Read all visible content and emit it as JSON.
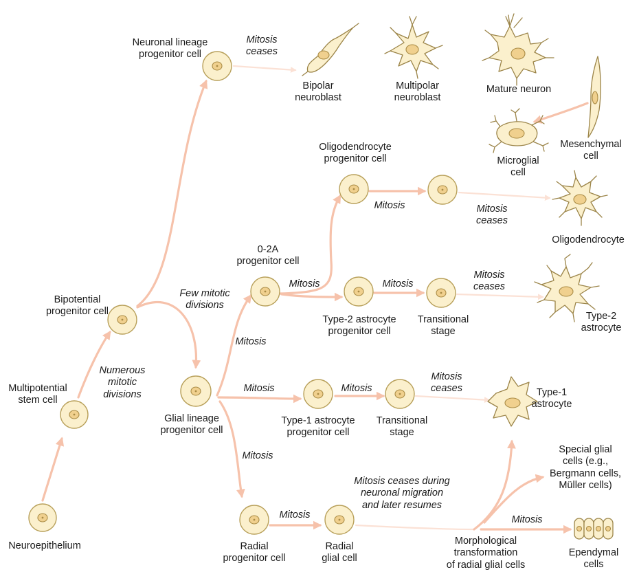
{
  "colors": {
    "arrow": "#f6c2ab",
    "cell_fill": "#fbf0cd",
    "nucleus_fill": "#f0d08e",
    "outline": "#9b8448"
  },
  "labels": {
    "neuroepithelium": "Neuroepithelium",
    "multipotential_stem_cell": "Multipotential\nstem cell",
    "numerous_mitotic_divisions": "Numerous\nmitotic\ndivisions",
    "bipotential_progenitor_cell": "Bipotential\nprogenitor cell",
    "neuronal_lineage_progenitor_cell": "Neuronal lineage\nprogenitor cell",
    "mitosis_ceases_top": "Mitosis\nceases",
    "bipolar_neuroblast": "Bipolar\nneuroblast",
    "multipolar_neuroblast": "Multipolar\nneuroblast",
    "mature_neuron": "Mature neuron",
    "microglial_cell": "Microglial\ncell",
    "mesenchymal_cell": "Mesenchymal\ncell",
    "few_mitotic_divisions": "Few mitotic\ndivisions",
    "glial_lineage_progenitor_cell": "Glial lineage\nprogenitor cell",
    "o2a_progenitor_cell": "0-2A\nprogenitor cell",
    "oligodendrocyte_progenitor_cell": "Oligodendrocyte\nprogenitor cell",
    "mitosis_oligo": "Mitosis",
    "mitosis_ceases_oligo": "Mitosis\nceases",
    "oligodendrocyte": "Oligodendrocyte",
    "mitosis_o2a": "Mitosis",
    "type2_astrocyte_progenitor_cell": "Type-2 astrocyte\nprogenitor cell",
    "mitosis_type2": "Mitosis",
    "transitional_stage_type2": "Transitional\nstage",
    "mitosis_ceases_type2": "Mitosis\nceases",
    "type2_astrocyte": "Type-2\nastrocyte",
    "mitosis_glial_up": "Mitosis",
    "mitosis_glial_mid": "Mitosis",
    "type1_astrocyte_progenitor_cell": "Type-1 astrocyte\nprogenitor cell",
    "mitosis_type1": "Mitosis",
    "transitional_stage_type1": "Transitional\nstage",
    "mitosis_ceases_type1": "Mitosis\nceases",
    "type1_astrocyte": "Type-1\nastrocyte",
    "mitosis_glial_down": "Mitosis",
    "radial_progenitor_cell": "Radial\nprogenitor cell",
    "mitosis_radial": "Mitosis",
    "radial_glial_cell": "Radial\nglial cell",
    "mitosis_ceases_during_migration": "Mitosis ceases during\nneuronal migration\nand later resumes",
    "morphological_transformation": "Morphological\ntransformation\nof radial glial cells",
    "special_glial_cells": "Special glial\ncells (e.g.,\nBergmann cells,\nMüller cells)",
    "mitosis_ependymal": "Mitosis",
    "ependymal_cells": "Ependymal\ncells"
  }
}
